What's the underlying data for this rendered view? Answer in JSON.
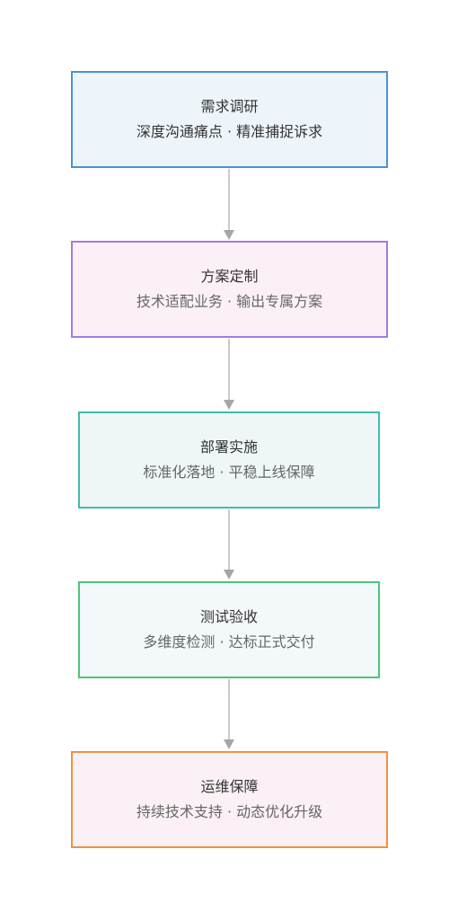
{
  "steps": [
    {
      "title": "需求调研",
      "subtitle": "深度沟通痛点 · 精准捕捉诉求",
      "border_color": "#4a90d9",
      "fill_color": "#eef5fa",
      "subtitle_color": "#333333"
    },
    {
      "title": "方案定制",
      "subtitle": "技术适配业务 · 输出专属方案",
      "border_color": "#a07ce0",
      "fill_color": "#fbf0f6",
      "subtitle_color": "#666666"
    },
    {
      "title": "部署实施",
      "subtitle": "标准化落地 · 平稳上线保障",
      "border_color": "#3fbcb0",
      "fill_color": "#eef6f8",
      "subtitle_color": "#666666"
    },
    {
      "title": "测试验收",
      "subtitle": "多维度检测 · 达标正式交付",
      "border_color": "#4cc479",
      "fill_color": "#f3f8fb",
      "subtitle_color": "#666666"
    },
    {
      "title": "运维保障",
      "subtitle": "持续技术支持 · 动态优化升级",
      "border_color": "#ec9342",
      "fill_color": "#fbf0f6",
      "subtitle_color": "#666666"
    }
  ],
  "connector_color": "#a6a6a6"
}
